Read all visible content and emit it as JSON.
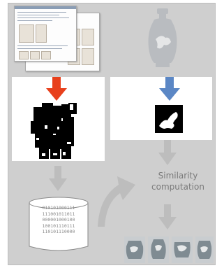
{
  "similarity": {
    "line1": "Similarity",
    "line2": "computation"
  },
  "database": {
    "rows": [
      "010101000111",
      "111001011011",
      "000001000100",
      "100101110111",
      "110101110000"
    ]
  },
  "colors": {
    "background_panel": "#cfcfcf",
    "gray_arrow": "#bdbdbd",
    "red_arrow": "#e8401c",
    "blue_arrow": "#5b87c5",
    "vase_tone": "#b9bcc0",
    "result_tone": "#7f8b92"
  },
  "icons": {
    "query_vase": "vase-icon",
    "query_silhouette": "silhouette-icon",
    "collection_shapes": "shape-collage-icon",
    "database": "database-cylinder-icon",
    "curved_arrow": "curved-arrow-icon",
    "results": "result-thumbnail-icon"
  }
}
